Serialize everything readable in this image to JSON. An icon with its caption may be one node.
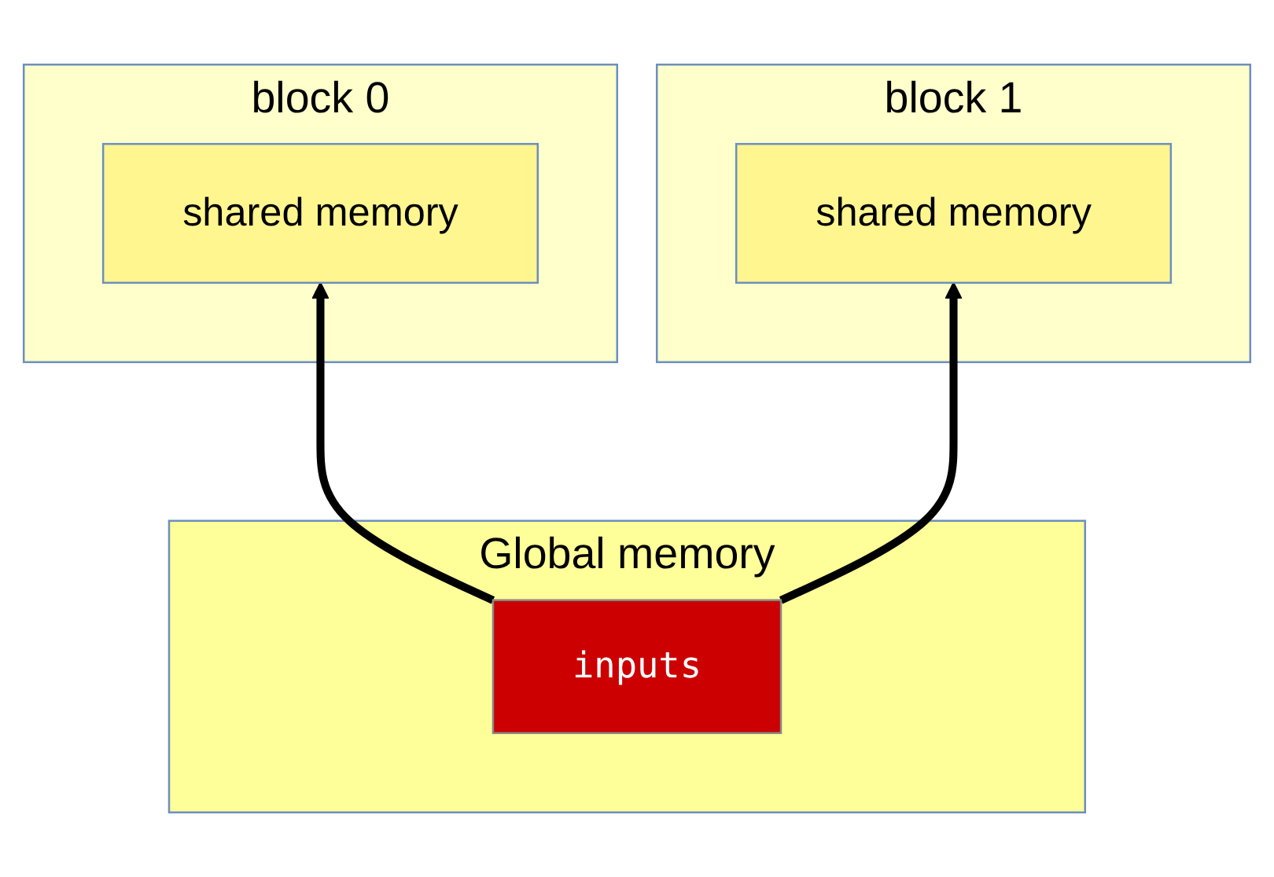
{
  "diagram": {
    "nodes": [
      {
        "text": [
          "block 0"
        ]
      },
      {
        "text": [
          "shared memory"
        ],
        "in": 0
      },
      {
        "text": [
          "block 1"
        ]
      },
      {
        "text": [
          "shared memory"
        ],
        "in": 2
      },
      {
        "text": [
          "Global memory"
        ]
      },
      {
        "text": [
          "inputs"
        ],
        "in": 4
      }
    ],
    "edges": [
      {
        "from": 5,
        "to": 1,
        "arrow": "to"
      },
      {
        "from": 5,
        "to": 3,
        "arrow": "to"
      }
    ]
  }
}
